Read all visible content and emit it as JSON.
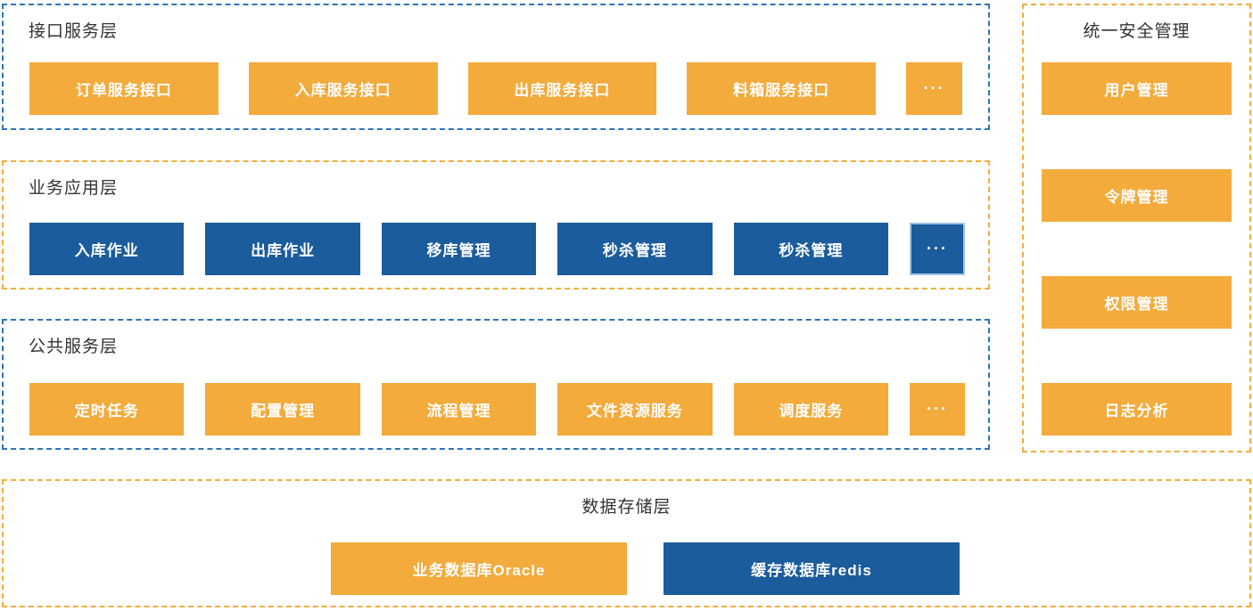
{
  "colors": {
    "box_orange": "#f3ab3c",
    "box_blue": "#1b5c9c",
    "border_blue_dashed": "#2e75b6",
    "border_orange_dashed": "#f2ae3c",
    "more_box_border_blue": "#9dc3e6",
    "title_text": "#333333",
    "box_text": "#ffffff"
  },
  "layers": {
    "interface": {
      "title": "接口服务层",
      "buttons": [
        "订单服务接口",
        "入库服务接口",
        "出库服务接口",
        "料箱服务接口"
      ],
      "more": "···"
    },
    "business": {
      "title": "业务应用层",
      "buttons": [
        "入库作业",
        "出库作业",
        "移库管理",
        "秒杀管理",
        "秒杀管理"
      ],
      "more": "···"
    },
    "common": {
      "title": "公共服务层",
      "buttons": [
        "定时任务",
        "配置管理",
        "流程管理",
        "文件资源服务",
        "调度服务"
      ],
      "more": "···"
    },
    "security": {
      "title": "统一安全管理",
      "buttons": [
        "用户管理",
        "令牌管理",
        "权限管理",
        "日志分析"
      ]
    },
    "storage": {
      "title": "数据存储层",
      "buttons": [
        "业务数据库Oracle",
        "缓存数据库redis"
      ]
    }
  }
}
